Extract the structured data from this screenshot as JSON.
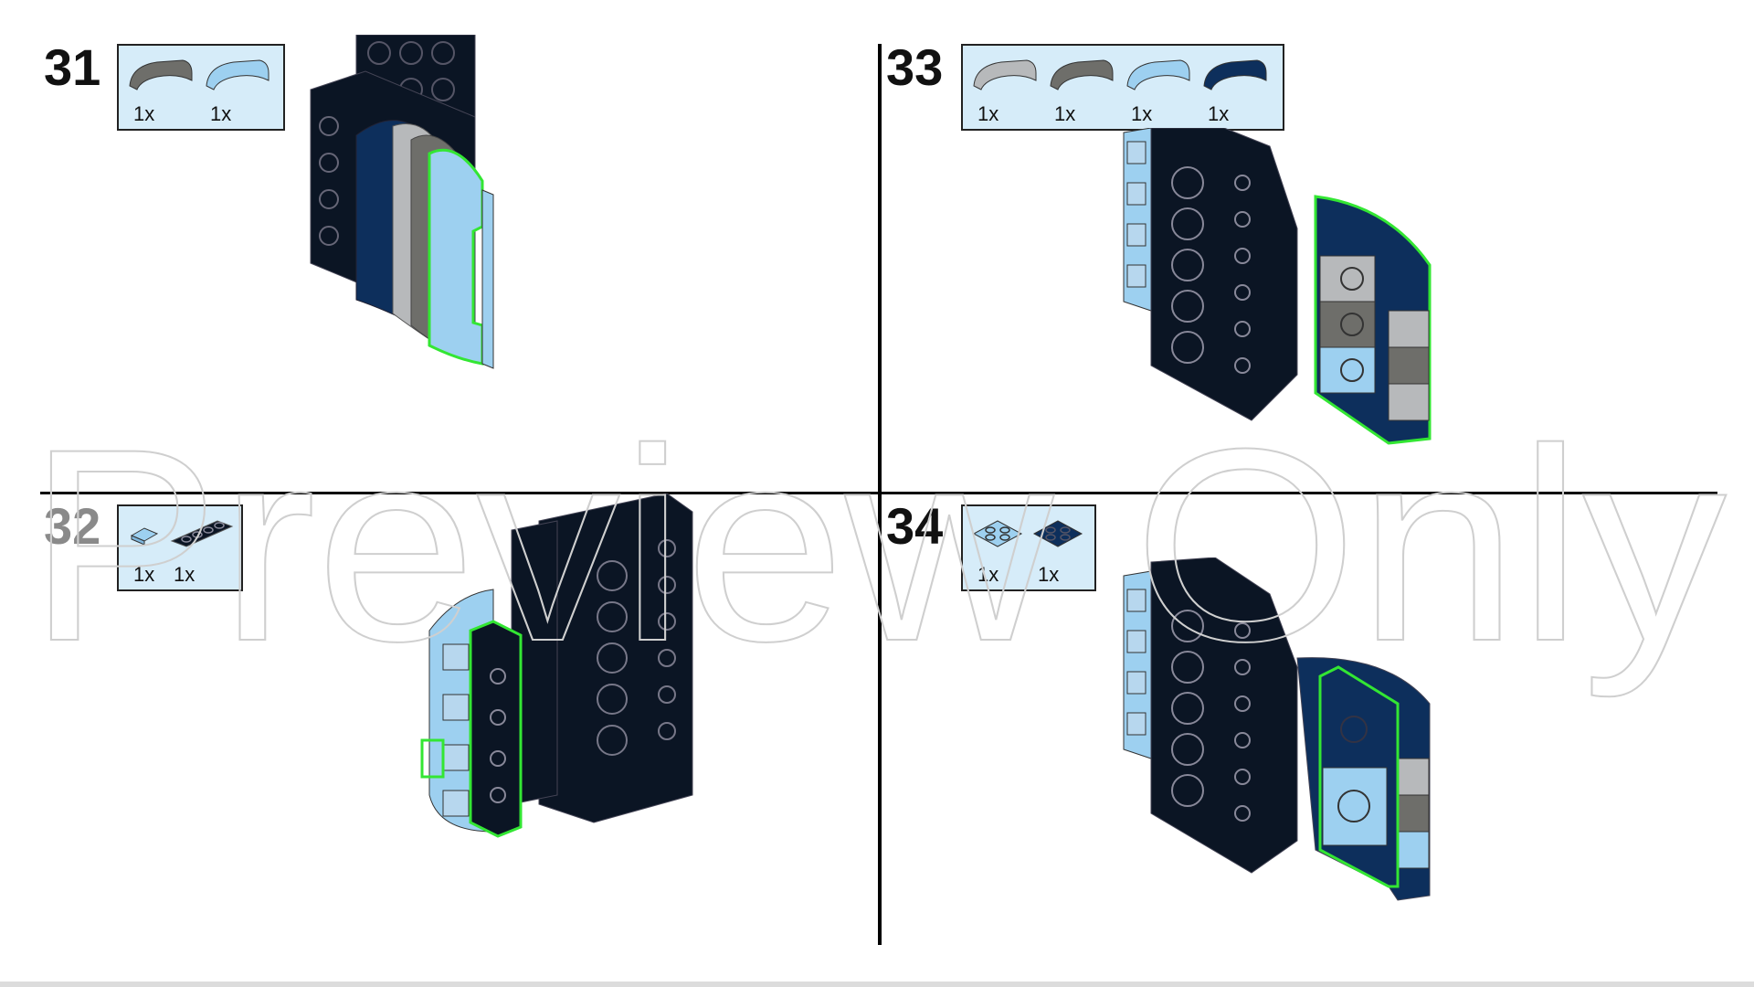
{
  "steps": [
    {
      "number": "31",
      "parts": [
        {
          "icon": "curved-slope-icon",
          "color": "#6e6e6a",
          "qty": "1x"
        },
        {
          "icon": "curved-slope-icon",
          "color": "#9dd0f0",
          "qty": "1x"
        }
      ]
    },
    {
      "number": "32",
      "parts": [
        {
          "icon": "tile-1x1-icon",
          "color": "#9dd0f0",
          "qty": "1x"
        },
        {
          "icon": "plate-1x4-icon",
          "color": "#0b1524",
          "qty": "1x"
        }
      ]
    },
    {
      "number": "33",
      "parts": [
        {
          "icon": "curved-slope-icon",
          "color": "#b7b9bb",
          "qty": "1x"
        },
        {
          "icon": "curved-slope-icon",
          "color": "#6e6e6a",
          "qty": "1x"
        },
        {
          "icon": "curved-slope-icon",
          "color": "#9dd0f0",
          "qty": "1x"
        },
        {
          "icon": "curved-slope-icon",
          "color": "#0d2f5c",
          "qty": "1x"
        }
      ]
    },
    {
      "number": "34",
      "parts": [
        {
          "icon": "plate-2x2-icon",
          "color": "#9dd0f0",
          "qty": "1x"
        },
        {
          "icon": "plate-2x2-icon",
          "color": "#0d2f5c",
          "qty": "1x"
        }
      ]
    }
  ],
  "watermark": {
    "text": "Preview Only"
  },
  "colors": {
    "highlight": "#33e633",
    "black_brick": "#0b1524",
    "dark_blue": "#0d2f5c",
    "light_blue": "#9dd0f0",
    "light_gray": "#b7b9bb",
    "dark_gray": "#6e6e6a",
    "parts_bg": "#d6ecf9"
  }
}
